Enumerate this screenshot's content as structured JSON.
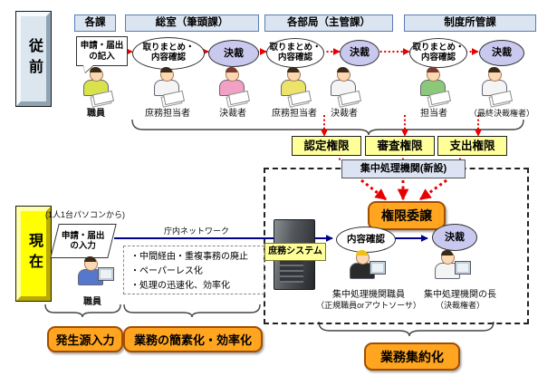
{
  "era": {
    "before": "従前",
    "now": "現在"
  },
  "before": {
    "headers": {
      "h1": "各課",
      "h2": "総室（筆頭課）",
      "h3": "各部局（主管課）",
      "h4": "制度所管課"
    },
    "request_doc": "申請・届出\nの記入",
    "steps": {
      "gather1": "取りまとめ・\n内容確認",
      "approve1": "決裁",
      "gather2": "取りまとめ・\n内容確認",
      "approve2": "決裁",
      "gather3": "取りまとめ・\n内容確認",
      "approve3": "決裁"
    },
    "people": {
      "p1": "職員",
      "p2": "庶務担当者",
      "p3": "決裁者",
      "p4": "庶務担当者",
      "p5": "決裁者",
      "p6": "担当者",
      "p7": "（最終決裁権者）"
    }
  },
  "authorities": {
    "a1": "認定権限",
    "a2": "審査権限",
    "a3": "支出権限"
  },
  "central_org": "集中処理機関(新設)",
  "delegation": "権限委譲",
  "now": {
    "pc_note": "(1人1台パソコンから)",
    "input_doc": "申請・届出\nの入力",
    "network": "庁内ネットワーク",
    "system": "庶務システム",
    "improvements": [
      "・中間経由・重複事務の廃止",
      "・ペーパーレス化",
      "・処理の迅速化、効率化"
    ],
    "steps": {
      "check": "内容確認",
      "approve": "決裁"
    },
    "staff": "職員",
    "operator": "集中処理機関職員",
    "operator_note": "（正規職員orアウトソーサ）",
    "chief": "集中処理機関の長",
    "chief_note": "（決裁権者）"
  },
  "tags": {
    "source_input": "発生源入力",
    "simplify": "業務の簡素化・効率化",
    "consolidate": "業務集約化"
  },
  "colors": {
    "authority_bg": "#ffff99",
    "header_bg": "#dbe4f1",
    "approve_bg": "#c9c9f0",
    "tag_bg": "#ffa520",
    "arrow_red": "#e60000",
    "line_blue": "#00008b"
  }
}
